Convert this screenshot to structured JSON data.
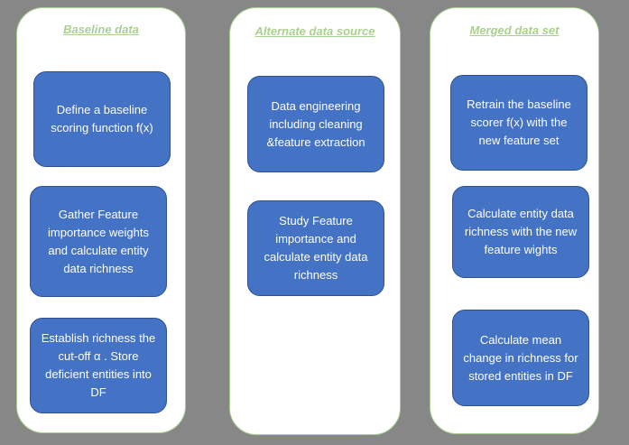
{
  "colors": {
    "background": "#878787",
    "column_border": "#a9d18e",
    "column_title": "#a9d18e",
    "box_fill": "#4472c4",
    "box_border": "#2f528f",
    "box_text": "#ffffff"
  },
  "columns": [
    {
      "title": "Baseline data",
      "boxes": [
        "Define a baseline scoring function f(x)",
        "Gather Feature importance weights and calculate entity data richness",
        "Establish richness the cut-off α . Store deficient entities into DF"
      ]
    },
    {
      "title": "Alternate data source",
      "boxes": [
        "Data engineering including cleaning &feature extraction",
        "Study Feature importance and calculate entity data richness"
      ]
    },
    {
      "title": "Merged data set",
      "boxes": [
        "Retrain the baseline scorer f(x) with the new feature set",
        "Calculate entity data richness with the new feature wights",
        "Calculate mean change in richness for stored entities in DF"
      ]
    }
  ]
}
